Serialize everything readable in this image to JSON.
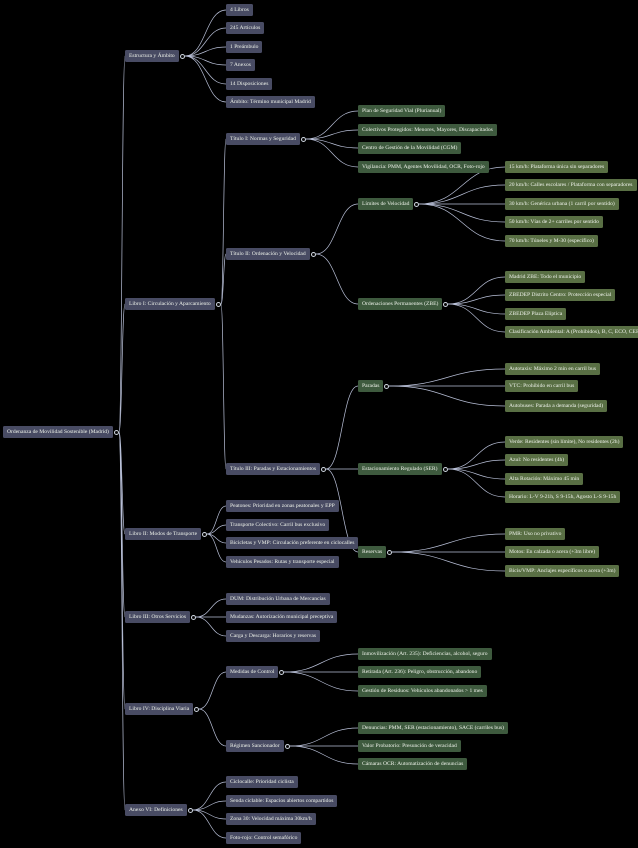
{
  "root": {
    "label": "Ordenanza de Movilidad Sostenible (Madrid)",
    "children": [
      {
        "label": "Estructura y Ámbito",
        "children": [
          {
            "label": "4 Libros"
          },
          {
            "label": "245 Artículos"
          },
          {
            "label": "1 Preámbulo"
          },
          {
            "label": "7 Anexos"
          },
          {
            "label": "14 Disposiciones"
          },
          {
            "label": "Ámbito: Término municipal Madrid"
          }
        ]
      },
      {
        "label": "Libro I: Circulación y Aparcamiento",
        "children": [
          {
            "label": "Título I: Normas y Seguridad",
            "children": [
              {
                "label": "Plan de Seguridad Vial (Plurianual)"
              },
              {
                "label": "Colectivos Protegidos: Menores, Mayores, Discapacitados"
              },
              {
                "label": "Centro de Gestión de la Movilidad (CGM)"
              },
              {
                "label": "Vigilancia: PMM, Agentes Movilidad, OCR, Foto-rojo"
              }
            ]
          },
          {
            "label": "Título II: Ordenación y Velocidad",
            "children": [
              {
                "label": "Límites de Velocidad",
                "children": [
                  {
                    "label": "15 km/h: Plataforma única sin separadores"
                  },
                  {
                    "label": "20 km/h: Calles escolares / Plataforma con separadores"
                  },
                  {
                    "label": "30 km/h: Genérica urbana (1 carril por sentido)"
                  },
                  {
                    "label": "50 km/h: Vías de 2+ carriles por sentido"
                  },
                  {
                    "label": "70 km/h: Túneles y M-30 (específico)"
                  }
                ]
              },
              {
                "label": "Ordenaciones Permanentes (ZBE)",
                "children": [
                  {
                    "label": "Madrid ZBE: Todo el municipio"
                  },
                  {
                    "label": "ZBEDEP Distrito Centro: Protección especial"
                  },
                  {
                    "label": "ZBEDEP Plaza Elíptica"
                  },
                  {
                    "label": "Clasificación Ambiental: A (Prohibidos), B, C, ECO, CERO"
                  }
                ]
              }
            ]
          },
          {
            "label": "Título III: Paradas y Estacionamientos",
            "children": [
              {
                "label": "Paradas",
                "children": [
                  {
                    "label": "Autotaxis: Máximo 2 min en carril bus"
                  },
                  {
                    "label": "VTC: Prohibido en carril bus"
                  },
                  {
                    "label": "Autobuses: Parada a demanda (seguridad)"
                  }
                ]
              },
              {
                "label": "Estacionamiento Regulado (SER)",
                "children": [
                  {
                    "label": "Verde: Residentes (sin límite), No residentes (2h)"
                  },
                  {
                    "label": "Azul: No residentes (4h)"
                  },
                  {
                    "label": "Alta Rotación: Máximo 45 min"
                  },
                  {
                    "label": "Horario: L-V 9-21h, S 9-15h, Agosto L-S 9-15h"
                  }
                ]
              },
              {
                "label": "Reservas",
                "children": [
                  {
                    "label": "PMR: Uso no privativo"
                  },
                  {
                    "label": "Motos: En calzada o acera (+3m libre)"
                  },
                  {
                    "label": "Bicis/VMP: Anclajes específicos o acera (+3m)"
                  }
                ]
              }
            ]
          }
        ]
      },
      {
        "label": "Libro II: Modos de Transporte",
        "children": [
          {
            "label": "Peatones: Prioridad en zonas peatonales y EPP"
          },
          {
            "label": "Transporte Colectivo: Carril bus exclusivo"
          },
          {
            "label": "Bicicletas y VMP: Circulación preferente en ciclocalles"
          },
          {
            "label": "Vehículos Pesados: Rutas y transporte especial"
          }
        ]
      },
      {
        "label": "Libro III: Otros Servicios",
        "children": [
          {
            "label": "DUM: Distribución Urbana de Mercancías"
          },
          {
            "label": "Mudanzas: Autorización municipal preceptiva"
          },
          {
            "label": "Carga y Descarga: Horarios y reservas"
          }
        ]
      },
      {
        "label": "Libro IV: Disciplina Viaria",
        "children": [
          {
            "label": "Medidas de Control",
            "children": [
              {
                "label": "Inmovilización (Art. 235): Deficiencias, alcohol, seguro"
              },
              {
                "label": "Retirada (Art. 236): Peligro, obstrucción, abandono"
              },
              {
                "label": "Gestión de Residuos: Vehículos abandonados > 1 mes"
              }
            ]
          },
          {
            "label": "Régimen Sancionador",
            "children": [
              {
                "label": "Denuncias: PMM, SER (estacionamiento), SACE (carriles bus)"
              },
              {
                "label": "Valor Probatorio: Presunción de veracidad"
              },
              {
                "label": "Cámaras OCR: Automatización de denuncias"
              }
            ]
          }
        ]
      },
      {
        "label": "Anexo VI: Definiciones",
        "children": [
          {
            "label": "Ciclocalle: Prioridad ciclista"
          },
          {
            "label": "Senda ciclable: Espacios abiertos compartidos"
          },
          {
            "label": "Zona 30: Velocidad máxima 30km/h"
          },
          {
            "label": "Foto-rojo: Control semafórico"
          }
        ]
      }
    ]
  }
}
